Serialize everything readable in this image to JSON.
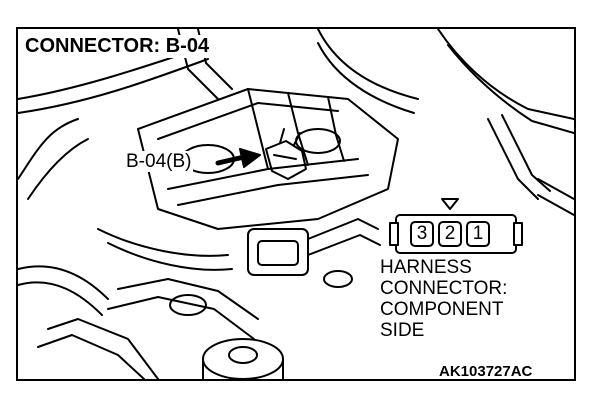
{
  "title": "CONNECTOR: B-04",
  "component_callout": "B-04(B)",
  "connector_pins": [
    "3",
    "2",
    "1"
  ],
  "harness_label": [
    "HARNESS",
    "CONNECTOR:",
    "COMPONENT",
    "SIDE"
  ],
  "figure_id": "AK103727AC"
}
